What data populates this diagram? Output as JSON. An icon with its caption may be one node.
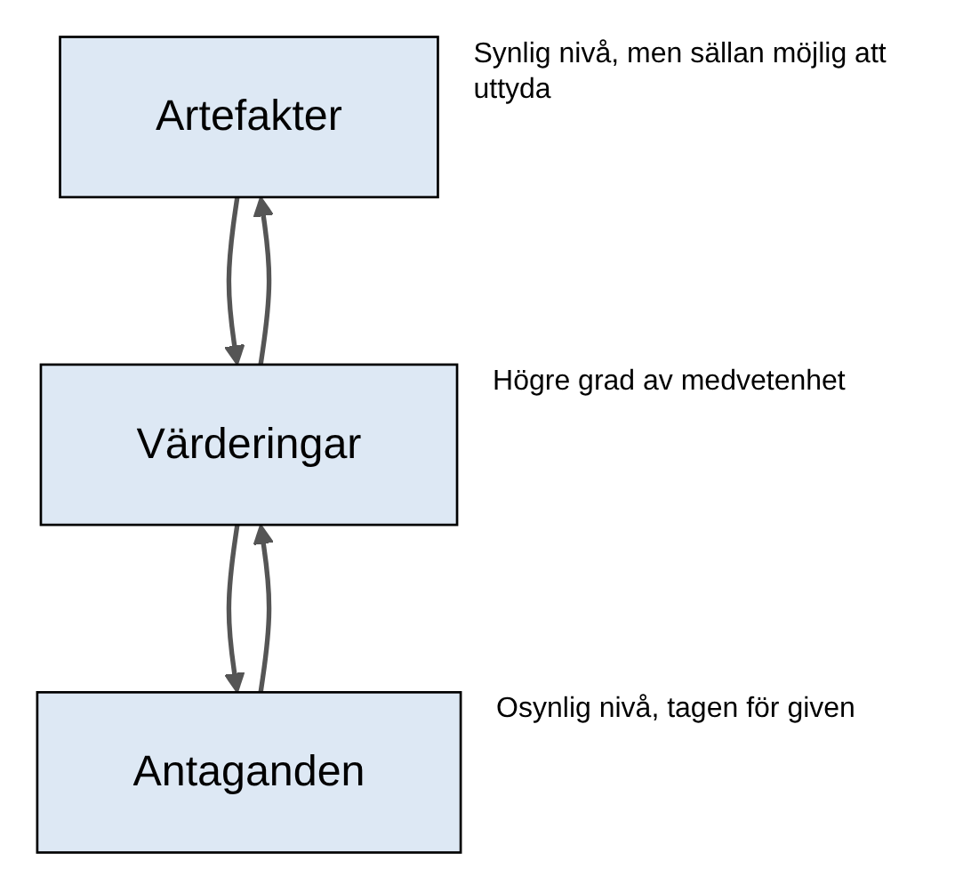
{
  "diagram": {
    "nodes": [
      {
        "text": [
          "Artefakter"
        ],
        "beside": [
          "Synlig nivå, men sällan möjlig att uttyda"
        ]
      },
      {
        "text": [
          "Värderingar"
        ],
        "beside": [
          "Högre grad av medvetenhet"
        ]
      },
      {
        "text": [
          "Antaganden"
        ],
        "beside": [
          "Osynlig nivå, tagen för given"
        ]
      }
    ],
    "edges": [
      {
        "from": 0,
        "to": 1,
        "arrow": "to"
      },
      {
        "from": 1,
        "to": 0,
        "arrow": "to"
      },
      {
        "from": 1,
        "to": 2,
        "arrow": "to"
      },
      {
        "from": 2,
        "to": 1,
        "arrow": "to"
      }
    ]
  }
}
